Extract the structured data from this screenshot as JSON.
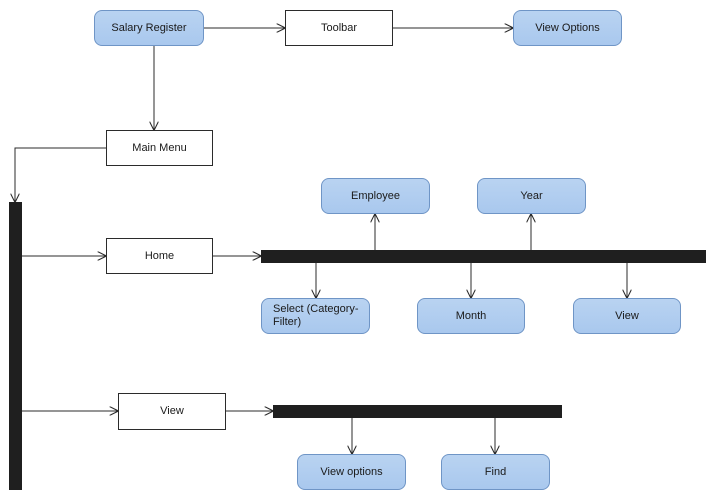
{
  "nodes": {
    "salary_register": "Salary Register",
    "toolbar": "Toolbar",
    "view_options_top": "View Options",
    "main_menu": "Main Menu",
    "home": "Home",
    "employee": "Employee",
    "year": "Year",
    "select_category_filter": "Select (Category-Filter)",
    "month": "Month",
    "view_home": "View",
    "view_menu": "View",
    "view_options_bottom": "View options",
    "find": "Find"
  },
  "colors": {
    "rounded_fill": "#aecbef",
    "rounded_border": "#6f95c6",
    "line": "#2b2b2b",
    "bar": "#1f1f1f"
  }
}
